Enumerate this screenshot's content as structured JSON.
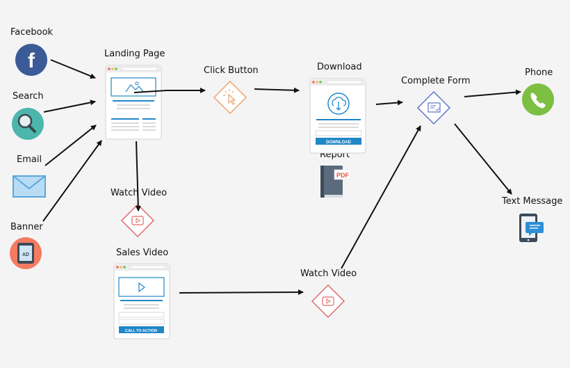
{
  "labels": {
    "facebook": "Facebook",
    "search": "Search",
    "email": "Email",
    "banner": "Banner",
    "landing_page": "Landing Page",
    "click_button": "Click Button",
    "download": "Download",
    "report": "Report",
    "complete_form": "Complete Form",
    "phone": "Phone",
    "text_message": "Text Message",
    "watch_video_1": "Watch Video",
    "sales_video": "Sales Video",
    "watch_video_2": "Watch Video"
  },
  "icon_text": {
    "facebook_glyph": "f",
    "banner_ad": "AD",
    "download_button": "DOWNLOAD",
    "report_pdf": "PDF",
    "cta_button": "CALL TO ACTION"
  },
  "colors": {
    "facebook": "#3b5b98",
    "search": "#4db6ac",
    "email": "#5aa7dd",
    "banner": "#f47b62",
    "phone": "#7cbf42",
    "accent_blue": "#2187c9",
    "diamond_orange": "#f0a26b",
    "diamond_red": "#e06a6a",
    "diamond_blue": "#5a74c9"
  }
}
